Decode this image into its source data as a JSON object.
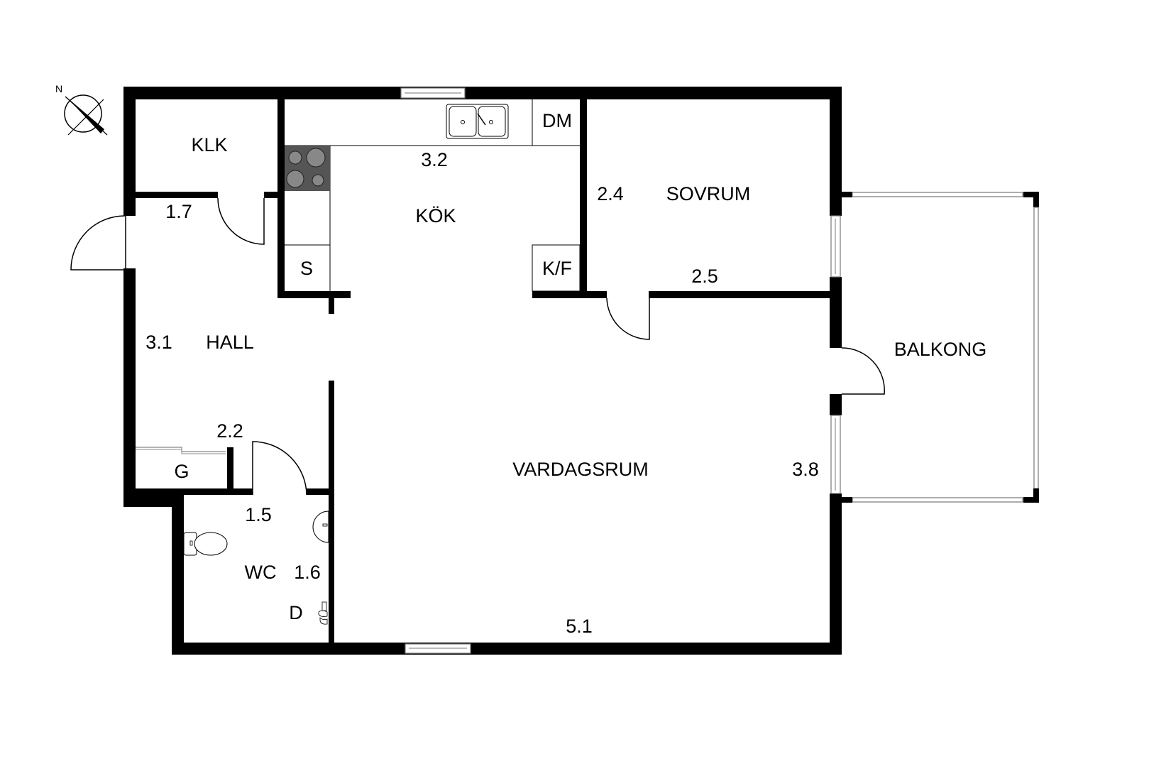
{
  "plan": {
    "compass": {
      "north_label": "N"
    },
    "rooms": {
      "klk": "KLK",
      "kok": "KÖK",
      "sovrum": "SOVRUM",
      "hall": "HALL",
      "vardagsrum": "VARDAGSRUM",
      "balkong": "BALKONG",
      "wc": "WC"
    },
    "fixtures": {
      "dm": "DM",
      "kf": "K/F",
      "s": "S",
      "g": "G",
      "d": "D"
    },
    "dimensions": {
      "kok_width": "3.2",
      "hall_top": "1.7",
      "sovrum_height": "2.4",
      "sovrum_width": "2.5",
      "hall_height": "3.1",
      "hall_lower": "2.2",
      "wc_width": "1.5",
      "wc_height": "1.6",
      "vardagsrum_height": "3.8",
      "vardagsrum_width": "5.1"
    },
    "colors": {
      "wall": "#000000",
      "stove": "#555555",
      "window": "#777777"
    }
  }
}
